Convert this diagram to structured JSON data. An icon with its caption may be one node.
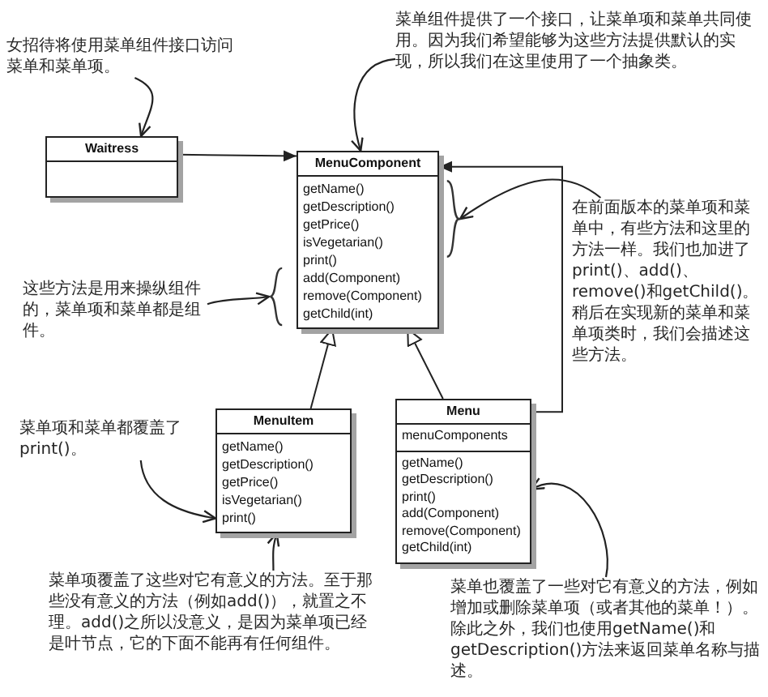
{
  "diagram": {
    "nodes": [
      {
        "text": [
          "女招待将使用菜单组件接口访问菜单和菜单项。"
        ]
      },
      {
        "text": [
          "菜单组件提供了一个接口，让菜单项和菜单共同使用。因为我们希望能够为这些方法提供默认的实现，所以我们在这里使用了一个抽象类。"
        ]
      },
      {
        "text": [
          "Waitress"
        ]
      },
      {
        "text": [
          "MenuComponent",
          "getName()",
          "getDescription()",
          "getPrice()",
          "isVegetarian()",
          "print()",
          "add(Component)",
          "remove(Component)",
          "getChild(int)"
        ]
      },
      {
        "text": [
          "这些方法是用来操纵组件的，菜单项和菜单都是组件。"
        ]
      },
      {
        "text": [],
        "shape": "brace"
      },
      {
        "text": [],
        "shape": "brace"
      },
      {
        "text": [
          "在前面版本的菜单项和菜单中，有些方法和这里的方法一样。我们也加进了print()、add()、remove()和getChild()。稍后在实现新的菜单和菜单项类时，我们会描述这些方法。"
        ]
      },
      {
        "text": [
          "菜单项和菜单都覆盖了print()。"
        ]
      },
      {
        "text": [
          "MenuItem",
          "getName()",
          "getDescription()",
          "getPrice()",
          "isVegetarian()",
          "print()"
        ]
      },
      {
        "text": [
          "Menu",
          "menuComponents",
          "getName()",
          "getDescription()",
          "print()",
          "add(Component)",
          "remove(Component)",
          "getChild(int)"
        ]
      },
      {
        "text": [
          "菜单项覆盖了这些对它有意义的方法。至于那些没有意义的方法（例如add()），就置之不理。add()之所以没意义，是因为菜单项已经是叶节点，它的下面不能再有任何组件。"
        ]
      },
      {
        "text": [
          "菜单也覆盖了一些对它有意义的方法，例如增加或删除菜单项（或者其他的菜单！）。除此之外，我们也使用getName()和getDescription()方法来返回菜单名称与描述。"
        ]
      }
    ],
    "edges": [
      {
        "from": 0,
        "to": 2,
        "arrow": "to"
      },
      {
        "from": 1,
        "to": 3,
        "arrow": "to"
      },
      {
        "from": 2,
        "to": 3,
        "arrow": "to"
      },
      {
        "from": 4,
        "to": 5,
        "arrow": "to"
      },
      {
        "from": 7,
        "to": 6,
        "arrow": "to"
      },
      {
        "from": 9,
        "to": 3,
        "arrow": "to"
      },
      {
        "from": 10,
        "to": 3,
        "arrow": "to"
      },
      {
        "from": 10,
        "to": 3,
        "arrow": "to"
      },
      {
        "from": 8,
        "to": 9,
        "arrow": "to"
      },
      {
        "from": 11,
        "to": 9,
        "arrow": "to"
      },
      {
        "from": 12,
        "to": 10,
        "arrow": "to"
      }
    ]
  }
}
